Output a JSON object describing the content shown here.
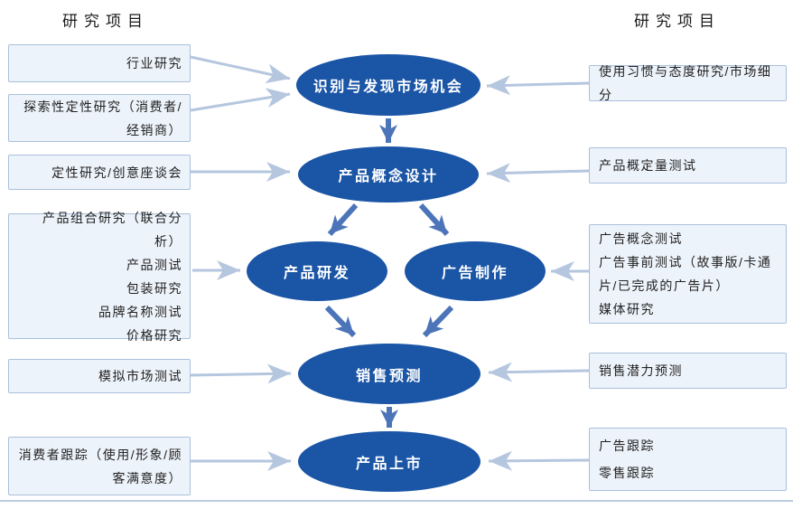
{
  "headers": {
    "left": "研究项目",
    "right": "研究项目"
  },
  "stages": [
    {
      "label": "识别与发现市场机会"
    },
    {
      "label": "产品概念设计"
    },
    {
      "label": "产品研发"
    },
    {
      "label": "广告制作"
    },
    {
      "label": "销售预测"
    },
    {
      "label": "产品上市"
    }
  ],
  "left_boxes": [
    {
      "text": "行业研究"
    },
    {
      "text": "探索性定性研究（消费者/经销商）"
    },
    {
      "text": "定性研究/创意座谈会"
    },
    {
      "text": "产品组合研究（联合分析）\n产品测试\n包装研究\n品牌名称测试\n价格研究"
    },
    {
      "text": "模拟市场测试"
    },
    {
      "text": "消费者跟踪（使用/形象/顾客满意度）"
    }
  ],
  "right_boxes": [
    {
      "text": "使用习惯与态度研究/市场细分"
    },
    {
      "text": "产品概定量测试"
    },
    {
      "text": "广告概念测试\n广告事前测试（故事版/卡通片/已完成的广告片）\n媒体研究"
    },
    {
      "text": "销售潜力预测"
    },
    {
      "text": "广告跟踪\n零售跟踪"
    }
  ],
  "colors": {
    "stage_ellipse_fill": "#1a55a6",
    "stage_ellipse_text": "#ffffff",
    "box_background": "#edf3fa",
    "box_border": "#a9c0dc",
    "arrow_light": "#b5c6df",
    "arrow_dark": "#4c74b9",
    "bottom_divider": "#bccbe2"
  }
}
